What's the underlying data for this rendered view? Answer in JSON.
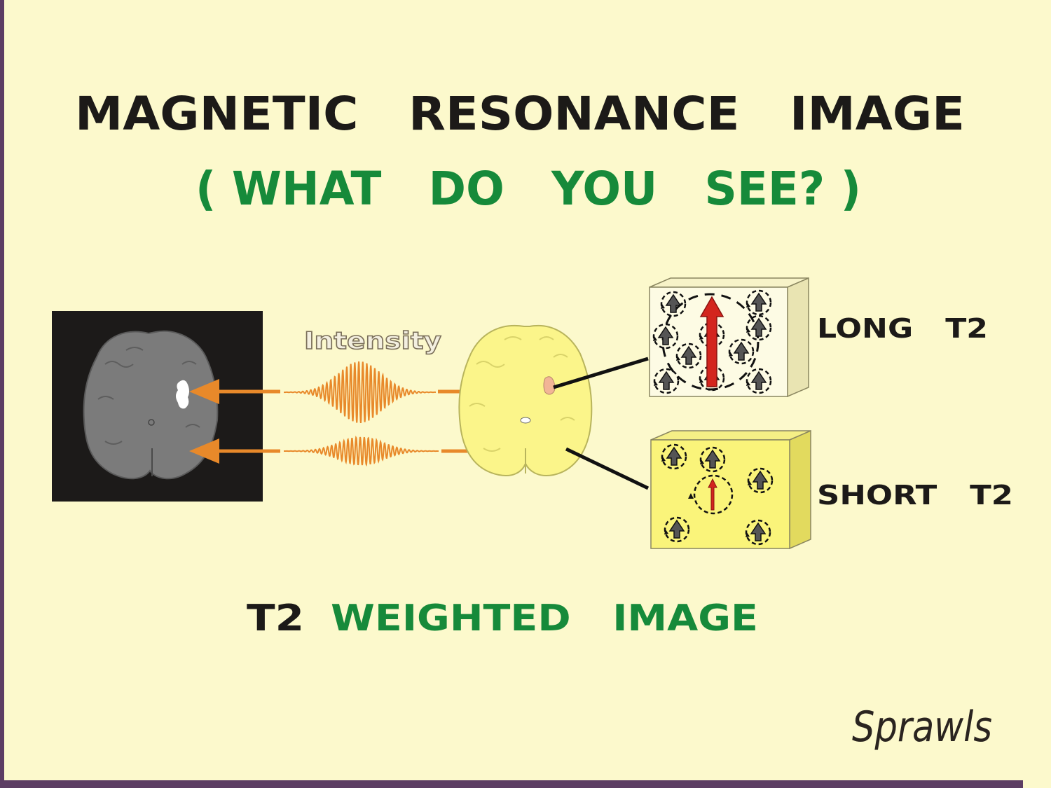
{
  "title": "MAGNETIC   RESONANCE   IMAGE",
  "subtitle": "( WHAT   DO   YOU   SEE? )",
  "intensity_label": "Intensity",
  "long_label": "LONG   T2",
  "short_label": "SHORT   T2",
  "bottom_prefix": "T2",
  "bottom_main": "WEIGHTED   IMAGE",
  "signature": "Sprawls",
  "colors": {
    "background": "#fcf9cc",
    "title": "#1c1a18",
    "green": "#168a3a",
    "orange": "#e8892a",
    "brain_gray": "#7b7b7b",
    "brain_yellow": "#fbf58a",
    "red_arrow": "#d3251e"
  }
}
